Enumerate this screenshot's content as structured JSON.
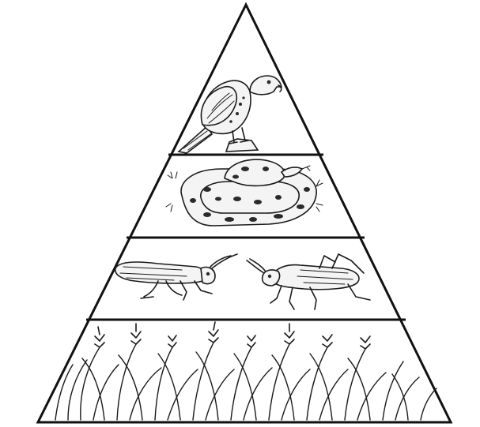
{
  "diagram": {
    "type": "food-pyramid",
    "levels": [
      {
        "position": "top",
        "organism_icon": "hawk-icon"
      },
      {
        "position": "upper-middle",
        "organism_icon": "snake-icon"
      },
      {
        "position": "lower-middle",
        "organism_icons": [
          "grasshopper-icon",
          "cricket-icon"
        ]
      },
      {
        "position": "base",
        "organism_icon": "grass-icon"
      }
    ],
    "colors": {
      "ink": "#111111",
      "background": "#ffffff"
    }
  }
}
